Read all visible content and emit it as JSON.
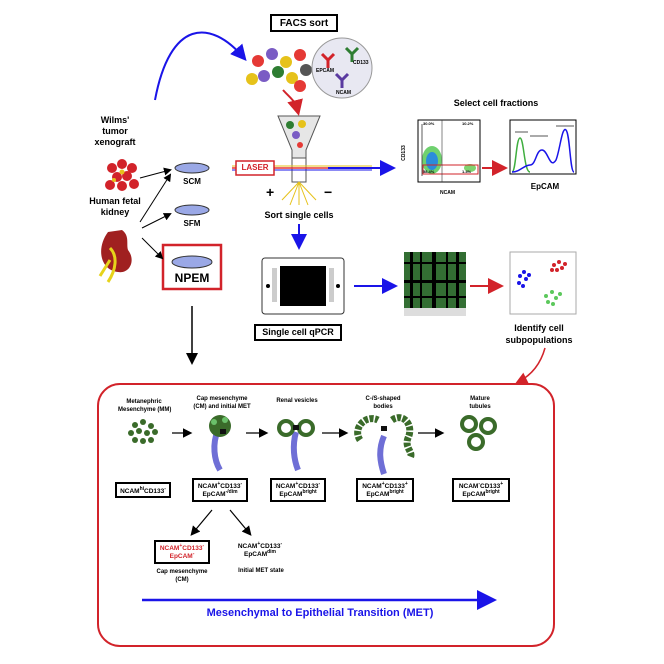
{
  "top": {
    "facs_sort": "FACS sort",
    "select_cell_fractions": "Select cell fractions",
    "wilms_line1": "Wilms'",
    "wilms_line2": "tumor",
    "wilms_line3": "xenograft",
    "human_line1": "Human fetal",
    "human_line2": "kidney",
    "scm": "SCM",
    "sfm": "SFM",
    "npem": "NPEM",
    "laser": "LASER",
    "plus": "+",
    "minus": "−",
    "sort_single_cells": "Sort single cells",
    "single_cell_qpcr": "Single cell qPCR",
    "identify_line1": "Identify cell",
    "identify_line2": "subpopulations",
    "antibodies": {
      "epcam": "EPCAM",
      "cd133": "CD133",
      "ncam": "NCAM"
    },
    "facs_plot": {
      "y_axis": "CD133",
      "x_axis": "NCAM",
      "q_top_left": "30.0%",
      "q_top_right": "10.2%",
      "q_bottom_left": "58.4%",
      "q_bottom_right": "1.4%"
    },
    "histogram": {
      "x_axis": "EpCAM"
    }
  },
  "stages": [
    {
      "title_l1": "Metanephric",
      "title_l2": "Mesenchyme (MM)"
    },
    {
      "title_l1": "Cap mesenchyme",
      "title_l2": "(CM) and initial MET"
    },
    {
      "title_l1": "Renal vesicles",
      "title_l2": ""
    },
    {
      "title_l1": "C-/S-shaped",
      "title_l2": "bodies"
    },
    {
      "title_l1": "Mature",
      "title_l2": "tubules"
    }
  ],
  "markers": {
    "mm": {
      "a": "NCAM",
      "a_sup": "hi",
      "b": "CD133",
      "b_sup": "-"
    },
    "cm": {
      "a": "NCAM",
      "a_sup": "+",
      "b": "CD133",
      "b_sup": "-",
      "c": "EpCAM",
      "c_sup": "-/dim"
    },
    "rv": {
      "a": "NCAM",
      "a_sup": "+",
      "b": "CD133",
      "b_sup": "-",
      "c": "EpCAM",
      "c_sup": "bright"
    },
    "cs": {
      "a": "NCAM",
      "a_sup": "+",
      "b": "CD133",
      "b_sup": "+",
      "c": "EpCAM",
      "c_sup": "bright"
    },
    "mt": {
      "a": "NCAM",
      "a_sup": "-",
      "b": "CD133",
      "b_sup": "+",
      "c": "EpCAM",
      "c_sup": "bright"
    },
    "cap": {
      "a": "NCAM",
      "a_sup": "+",
      "b": "CD133",
      "b_sup": "-",
      "c": "EpCAM",
      "c_sup": "-",
      "caption_l1": "Cap mesenchyme",
      "caption_l2": "(CM)"
    },
    "met": {
      "a": "NCAM",
      "a_sup": "+",
      "b": "CD133",
      "b_sup": "-",
      "c": "EpCAM",
      "c_sup": "dim",
      "caption": "Initial MET state"
    }
  },
  "bottom_title": "Mesenchymal to Epithelial Transition (MET)",
  "colors": {
    "red": "#d2232a",
    "blue": "#1a14e8",
    "green": "#3a6b2a",
    "periwinkle": "#6f6fd6"
  }
}
